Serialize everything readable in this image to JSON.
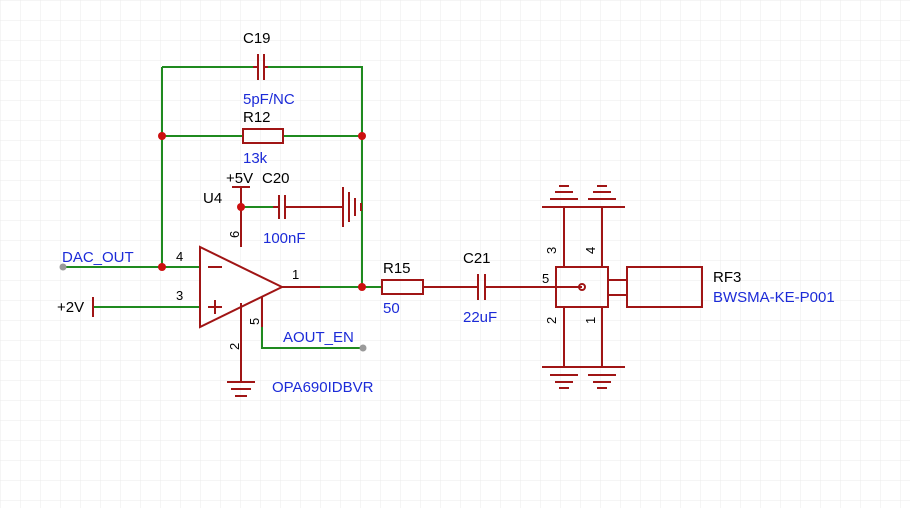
{
  "colors": {
    "wire": "#1f8a1f",
    "component": "#a01515",
    "junction": "#cc1010",
    "value_text": "#1c2bd8",
    "designator_text": "#000000",
    "grid": "#e9e9e9"
  },
  "components": {
    "c19": {
      "designator": "C19",
      "value": "5pF/NC"
    },
    "r12": {
      "designator": "R12",
      "value": "13k"
    },
    "c20": {
      "designator": "C20",
      "value": "100nF"
    },
    "u4": {
      "designator": "U4",
      "value": "OPA690IDBVR",
      "supply": "+5V",
      "pins": {
        "p1": "1",
        "p2": "2",
        "p3": "3",
        "p4": "4",
        "p5": "5",
        "p6": "6"
      }
    },
    "r15": {
      "designator": "R15",
      "value": "50"
    },
    "c21": {
      "designator": "C21",
      "value": "22uF"
    },
    "rf3": {
      "designator": "RF3",
      "value": "BWSMA-KE-P001",
      "pins": {
        "p1": "1",
        "p2": "2",
        "p3": "3",
        "p4": "4",
        "p5": "5"
      }
    }
  },
  "nets": {
    "dac_out": "DAC_OUT",
    "aout_en": "AOUT_EN",
    "ref": "+2V"
  }
}
